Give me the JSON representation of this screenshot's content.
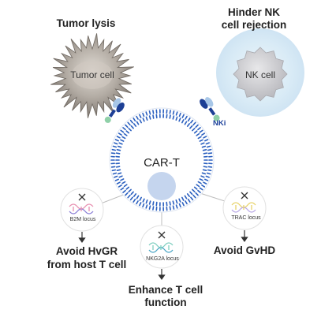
{
  "labels": {
    "tumor_lysis": "Tumor lysis",
    "hinder_nk_line1": "Hinder NK",
    "hinder_nk_line2": "cell rejection",
    "tumor_cell": "Tumor cell",
    "nk_cell": "NK cell",
    "nki": "NKi",
    "car_t": "CAR-T",
    "b2m_locus": "B2M locus",
    "nkg2a_locus": "NKG2A locus",
    "trac_locus": "TRAC locus",
    "avoid_hvgr_line1": "Avoid HvGR",
    "avoid_hvgr_line2": "from host T cell",
    "avoid_gvhd": "Avoid GvHD",
    "enhance_line1": "Enhance T cell",
    "enhance_line2": "function"
  },
  "colors": {
    "tumor": "#8a8580",
    "nk_halo": "#dcecf7",
    "nk_core": "#c9c9cc",
    "membrane": "#2a5fbf",
    "nucleus": "#c5d5ee",
    "receptor_green": "#8fd0a8",
    "receptor_blue": "#1d3f95",
    "dna_b2m": "#e88fb0",
    "dna_nkg2a": "#7fcfc0",
    "dna_trac": "#e8d36a"
  },
  "icons": [
    "knockout-x-icon",
    "dna-icon",
    "arrow-down-icon"
  ]
}
